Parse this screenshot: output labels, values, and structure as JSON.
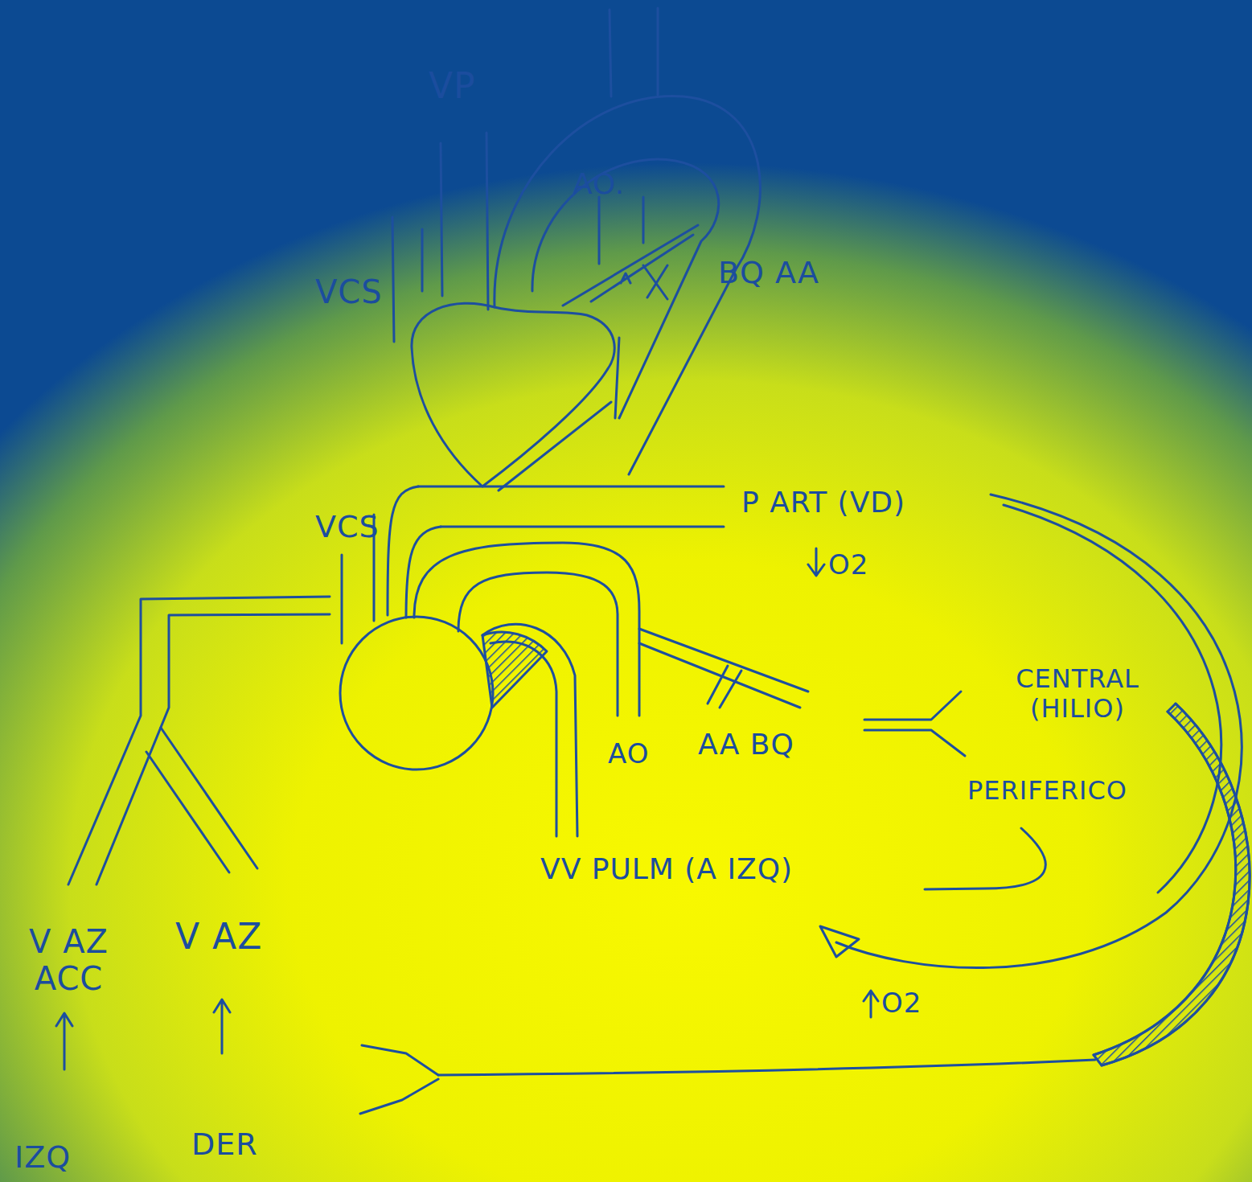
{
  "diagram": {
    "labels": [
      "VP",
      "AO.",
      "VCS",
      "BQ AA",
      "P ART (VD)",
      "O2",
      "VCS",
      "AO",
      "AA BQ",
      "CENTRAL (HILIO)",
      "PERIFERICO",
      "VV PULM (A IZQ)",
      "O2",
      "V AZ ACC",
      "V AZ",
      "IZQ",
      "DER"
    ]
  }
}
